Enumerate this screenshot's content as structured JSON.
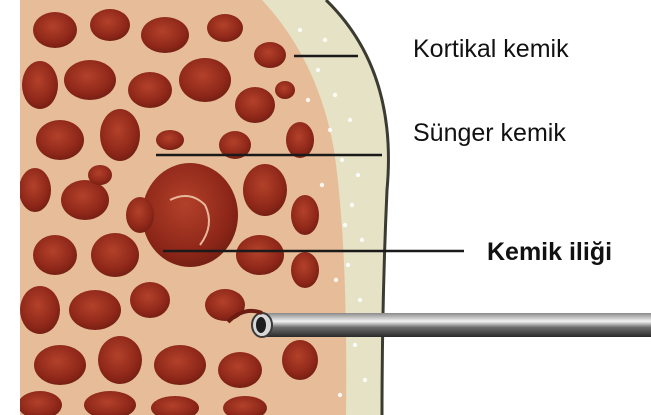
{
  "labels": {
    "cortical_bone": "Kortikal kemik",
    "spongy_bone": "Sünger kemik",
    "bone_marrow": "Kemik iliği"
  },
  "colors": {
    "cortical": "#e5e2c6",
    "cortex_edge": "#3b3b32",
    "spongy_base": "#e6bd98",
    "marrow_dark": "#8e2719",
    "marrow_mid": "#a83a25",
    "needle": "#3a3a3a",
    "leader_line": "#1a1a1a"
  }
}
